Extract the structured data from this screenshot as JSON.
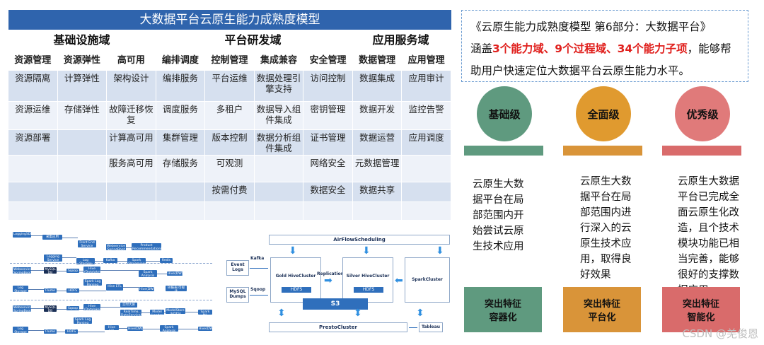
{
  "table": {
    "title": "大数据平台云原生能力成熟度模型",
    "domains": [
      "基础设施域",
      "平台研发域",
      "应用服务域"
    ],
    "columns": [
      "资源管理",
      "资源弹性",
      "高可用",
      "编排调度",
      "控制管理",
      "集成兼容",
      "安全管理",
      "数据管理",
      "应用管理"
    ],
    "rows": [
      [
        "资源隔离",
        "计算弹性",
        "架构设计",
        "编排服务",
        "平台运维",
        "数据处理引擎支持",
        "访问控制",
        "数据集成",
        "应用审计"
      ],
      [
        "资源运维",
        "存储弹性",
        "故障迁移恢复",
        "调度服务",
        "多租户",
        "数据导入组件集成",
        "密钥管理",
        "数据开发",
        "监控告警"
      ],
      [
        "资源部署",
        "",
        "计算高可用",
        "集群管理",
        "版本控制",
        "数据分析组件集成",
        "证书管理",
        "数据运营",
        "应用调度"
      ],
      [
        "",
        "",
        "服务高可用",
        "存储服务",
        "可观测",
        "",
        "网络安全",
        "元数据管理",
        ""
      ],
      [
        "",
        "",
        "",
        "",
        "按需付费",
        "",
        "数据安全",
        "数据共享",
        ""
      ],
      [
        "",
        "",
        "",
        "",
        "",
        "",
        "",
        "",
        ""
      ]
    ]
  },
  "description": {
    "line1": "《云原生能力成熟度模型 第6部分：大数据平台》",
    "prefix": "涵盖",
    "highlight": "3个能力域、9个过程域、34个能力子项",
    "suffix": "，能够帮助用户快速定位大数据平台云原生能力水平。"
  },
  "levels": [
    {
      "name": "基础级",
      "circle": "#5f9a7f",
      "bar": "#5f9a7f",
      "text": "云原生大数据平台在局部范围内开始尝试云原生技术应用",
      "feature_title": "突出特征",
      "feature": "容器化",
      "feature_bg": "#5f9a7f"
    },
    {
      "name": "全面级",
      "circle": "#e09a2f",
      "bar": "#d99439",
      "text": "云原生大数据平台在局部范围内进行深入的云原生技术应用，取得良好效果",
      "feature_title": "突出特征",
      "feature": "平台化",
      "feature_bg": "#d99439"
    },
    {
      "name": "优秀级",
      "circle": "#e07a7a",
      "bar": "#d96b6b",
      "text": "云原生大数据平台已完成全面云原生化改造，且个技术模块功能已相当完善，能够很好的支撑数据应用",
      "feature_title": "突出特征",
      "feature": "智能化",
      "feature_bg": "#d96b6b"
    }
  ],
  "pipelines": {
    "p1": [
      "LoggingSDK",
      "采集应用",
      "Front End Service",
      "Webservice SpringBoot",
      "Product RecommendationAPI",
      "Logging Service",
      "Log Storage",
      "Kafka",
      "Spark Streaming",
      "Redis"
    ],
    "p2": [
      "Webservice SpringBoot",
      "MySQL DB",
      "Sqoop",
      "Hive (Datalake)",
      "Spark Analysis",
      "Hive(DW)",
      "Log Storage",
      "Flume",
      "HDFS",
      "Spark Log Parsing",
      "Hive ETL",
      "Hive(DW)",
      "BI报表/可视化"
    ],
    "p3": [
      "Webservice SpringBoot",
      "MySQL DB",
      "Sqoop",
      "Hive (Datalake)",
      "实时大屏",
      "RealTime DataServiceAPI",
      "Model Loader",
      "ModelStore (HDFS)",
      "Spark ML",
      "Log Storage",
      "Flume",
      "HDFS",
      "Spark Log Parsing",
      "Hive ETL",
      "Hive(DW)",
      "Spark Analysis",
      "Hive(DW)"
    ]
  },
  "architecture": {
    "scheduler": "AirFlowScheduling",
    "event_logs": "Event Logs",
    "mysql": "MySQL Dumps",
    "kafka": "Kafka",
    "sqoop": "Sqoop",
    "gold": "Gold HiveCluster",
    "silver": "Silver HiveCluster",
    "spark": "SparkCluster",
    "hdfs": "HDFS",
    "replication": "Replication",
    "s3": "S3",
    "presto": "PrestoCluster",
    "tableau": "Tableau"
  },
  "watermark": "CSDN @羌俊恩"
}
